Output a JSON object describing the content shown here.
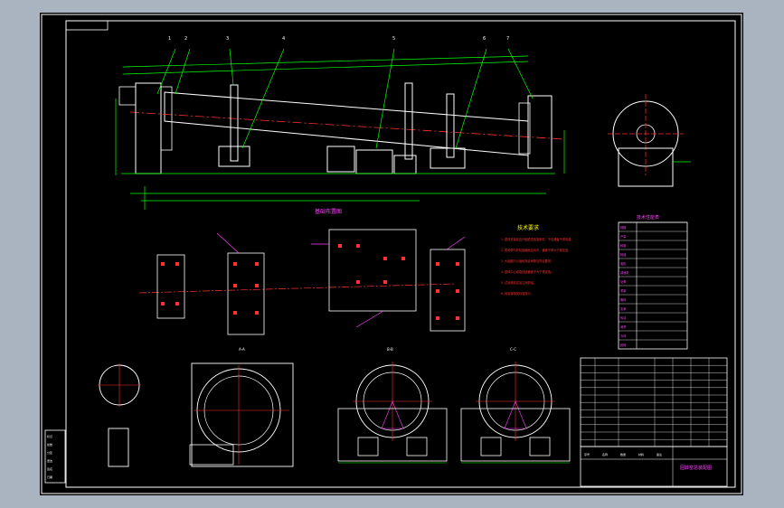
{
  "drawing": {
    "title_block": {
      "title": "回转窑总装配图",
      "rows": [
        "序号",
        "名称",
        "数量",
        "材料",
        "备注"
      ]
    },
    "section_labels": {
      "plan_view": "基础布置图",
      "tech_req_title": "技术要求",
      "spec_title": "技术性能表",
      "sec_aa": "A-A",
      "sec_bb": "B-B",
      "sec_cc": "C-C"
    },
    "part_balloons": [
      "1",
      "2",
      "3",
      "4",
      "5",
      "6",
      "7"
    ],
    "tech_requirements": [
      "1. 窑体安装前应仔细检查各零部件，不合格者不得安装。",
      "2. 各轮带与托轮接触面应均匀，偏差不得大于规定值。",
      "3. 大齿圈与小齿轮啮合间隙应符合要求。",
      "4. 窑体中心线直线度偏差不大于规定值。",
      "5. 试运转前应加注润滑油。",
      "6. 其余按相关标准执行。"
    ],
    "spec_rows": [
      "规格",
      "产量",
      "斜度",
      "转速",
      "电机",
      "减速机",
      "功率",
      "重量",
      "筒体",
      "支承",
      "传动",
      "润滑",
      "冷却",
      "其他"
    ],
    "left_strip": [
      "标记",
      "处数",
      "分区",
      "更改",
      "签名",
      "日期"
    ]
  },
  "colors": {
    "line_white": "#ffffff",
    "line_green": "#00ff00",
    "line_red": "#ff3030",
    "line_magenta": "#ff40ff",
    "line_cyan": "#00ffff",
    "line_yellow": "#ffff00"
  }
}
